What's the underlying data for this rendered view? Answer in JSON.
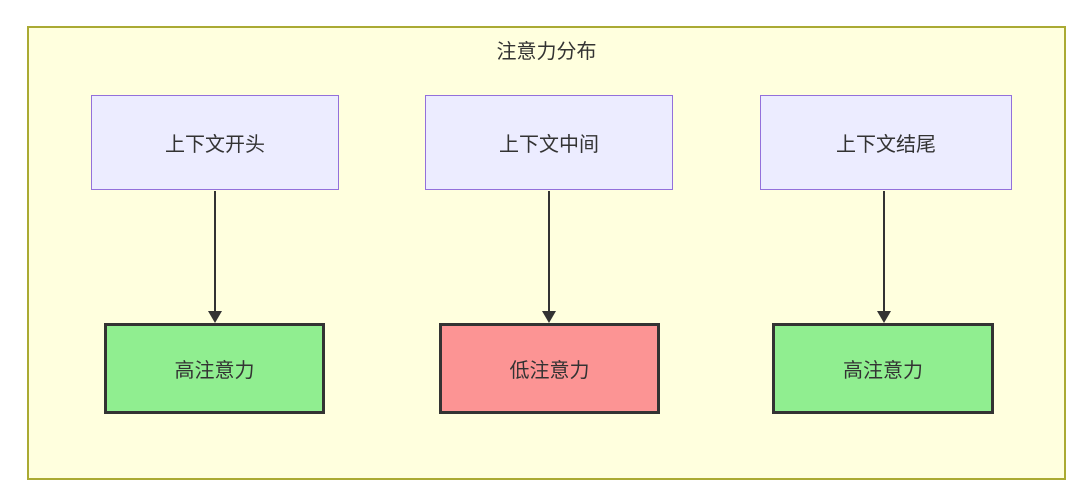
{
  "diagram": {
    "title": "注意力分布",
    "top_nodes": [
      {
        "label": "上下文开头"
      },
      {
        "label": "上下文中间"
      },
      {
        "label": "上下文结尾"
      }
    ],
    "bottom_nodes": [
      {
        "label": "高注意力",
        "status": "high",
        "fill": "#90EE90"
      },
      {
        "label": "低注意力",
        "status": "low",
        "fill": "#FC9494"
      },
      {
        "label": "高注意力",
        "status": "high",
        "fill": "#90EE90"
      }
    ],
    "edges": [
      {
        "from": "上下文开头",
        "to": "高注意力"
      },
      {
        "from": "上下文中间",
        "to": "低注意力"
      },
      {
        "from": "上下文结尾",
        "to": "高注意力"
      }
    ],
    "colors": {
      "container_bg": "#FFFFDE",
      "container_border": "#AAAA33",
      "top_node_bg": "#ECECFF",
      "top_node_border": "#9370DB",
      "high_attention_bg": "#90EE90",
      "low_attention_bg": "#FC9494",
      "dark_border": "#333333",
      "text": "#333333",
      "arrow": "#333333"
    }
  }
}
